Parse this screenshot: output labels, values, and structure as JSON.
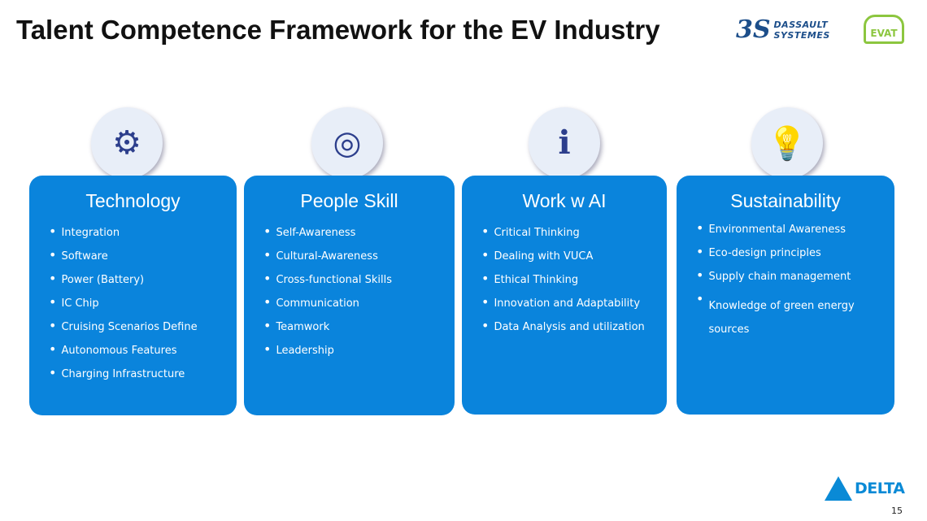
{
  "title": "Talent Competence Framework for the EV Industry",
  "logos": {
    "dassault_mark": "3S",
    "dassault": [
      "DASSAULT",
      "SYSTEMES"
    ],
    "evat": "EVAT",
    "delta": "DELTA"
  },
  "page_number": "15",
  "cards": [
    {
      "title": "Technology",
      "items": [
        "Integration",
        "Software",
        "Power (Battery)",
        "IC Chip",
        "Cruising Scenarios Define",
        "Autonomous Features",
        "Charging Infrastructure"
      ]
    },
    {
      "title": "People Skill",
      "items": [
        "Self-Awareness",
        "Cultural-Awareness",
        "Cross-functional Skills",
        "Communication",
        "Teamwork",
        "Leadership"
      ]
    },
    {
      "title": "Work w AI",
      "items": [
        "Critical Thinking",
        "Dealing with VUCA",
        "Ethical Thinking",
        "Innovation and Adaptability",
        "Data Analysis and utilization"
      ]
    },
    {
      "title": "Sustainability",
      "items": [
        "Environmental Awareness",
        "Eco-design principles",
        "Supply chain management",
        "Knowledge of green energy sources"
      ]
    }
  ],
  "colors": {
    "card": "#0a84dc",
    "evat": "#8cc63f",
    "dassault": "#1c4e8a"
  }
}
